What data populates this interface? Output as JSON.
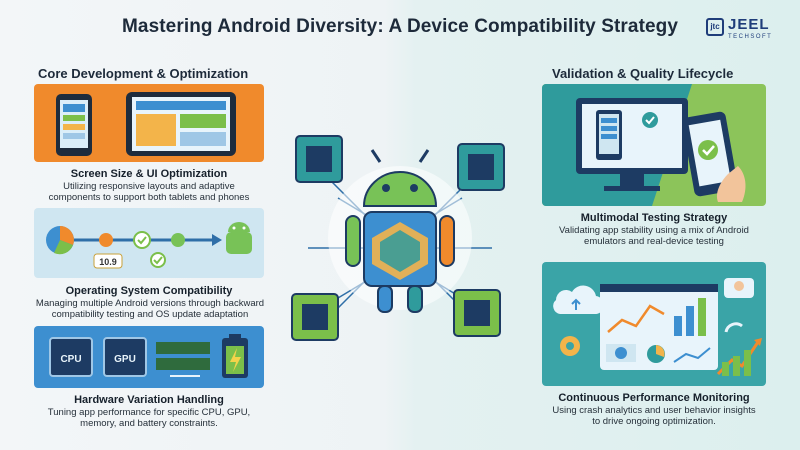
{
  "title": "Mastering Android Diversity: A Device Compatibility Strategy",
  "logo": {
    "mark": "jtc",
    "word": "JEEL",
    "sub": "TECHSOFT"
  },
  "left_section": {
    "heading": "Core Development & Optimization",
    "items": [
      {
        "title": "Screen Size & UI Optimization",
        "desc": "Utilizing responsive layouts and adaptive components to support both tablets and phones"
      },
      {
        "title": "Operating System Compatibility",
        "desc": "Managing multiple Android versions through backward compatibility testing and OS update adaptation",
        "badge": "10.9"
      },
      {
        "title": "Hardware Variation Handling",
        "desc": "Tuning app performance for specific CPU, GPU, memory, and battery constraints.",
        "chips": [
          "CPU",
          "GPU"
        ]
      }
    ]
  },
  "right_section": {
    "heading": "Validation & Quality Lifecycle",
    "items": [
      {
        "title": "Multimodal Testing Strategy",
        "desc": "Validating app stability using a mix of Android emulators and real-device testing"
      },
      {
        "title": "Continuous Performance Monitoring",
        "desc": "Using crash analytics and user behavior insights to drive ongoing optimization."
      }
    ]
  },
  "colors": {
    "orange": "#f08a2c",
    "blue": "#3d8fd0",
    "green": "#7bbf4a",
    "teal": "#2f9b9c",
    "navy": "#1d3b63",
    "android_green": "#78c257"
  }
}
